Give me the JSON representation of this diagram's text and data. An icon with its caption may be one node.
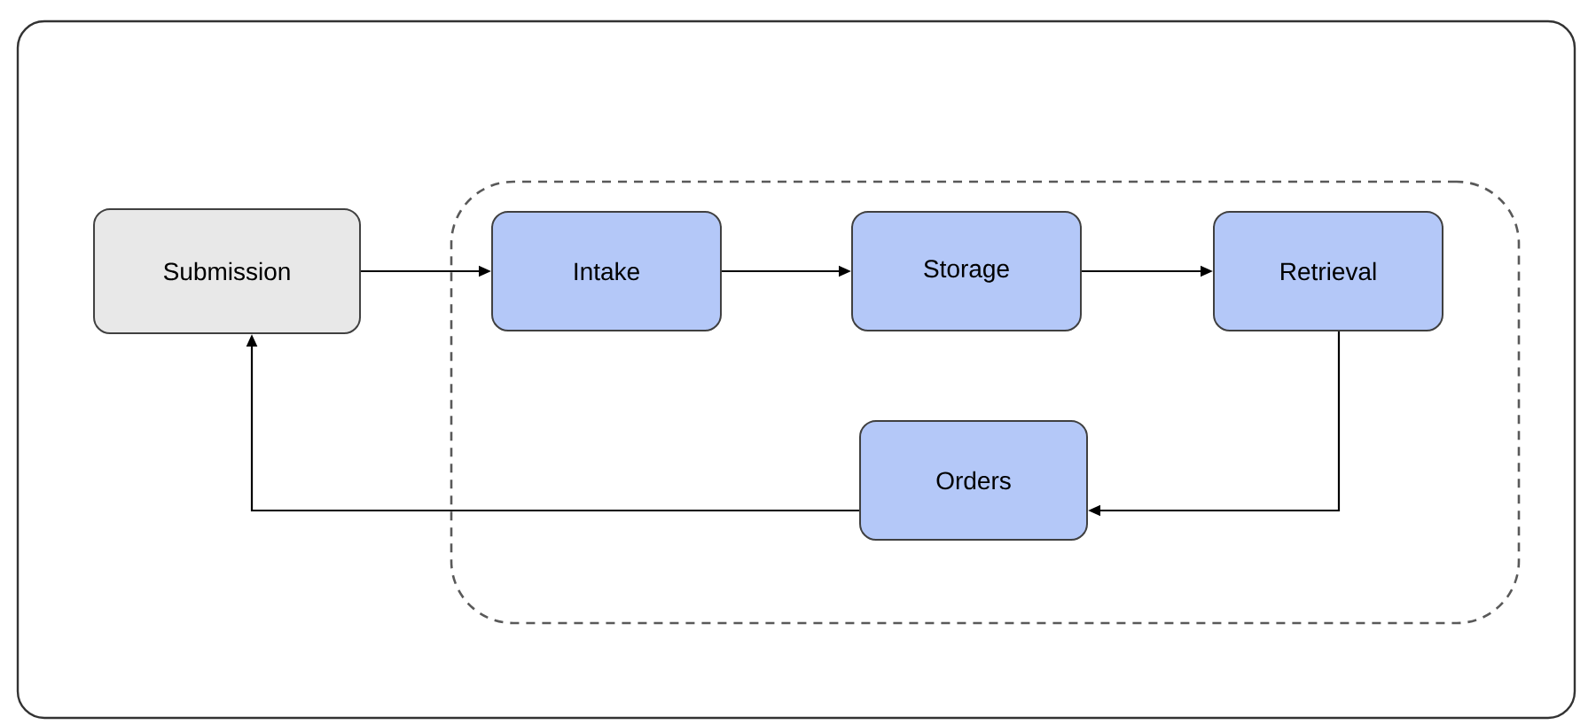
{
  "diagram": {
    "nodes": [
      {
        "text": [],
        "shape": "box"
      },
      {
        "text": [
          "Submission"
        ]
      },
      {
        "text": [
          "Intake"
        ],
        "in": 0
      },
      {
        "text": [
          "Storage"
        ],
        "in": 0
      },
      {
        "text": [
          "Retrieval"
        ],
        "in": 0
      },
      {
        "text": [
          "Orders"
        ],
        "in": 0
      }
    ],
    "edges": [
      {
        "from": 1,
        "to": 2,
        "arrow": "to"
      },
      {
        "from": 2,
        "to": 3,
        "arrow": "to"
      },
      {
        "from": 3,
        "to": 4,
        "arrow": "to"
      },
      {
        "from": 4,
        "to": 5,
        "arrow": "to"
      },
      {
        "from": 5,
        "to": 1,
        "arrow": "to"
      }
    ]
  }
}
